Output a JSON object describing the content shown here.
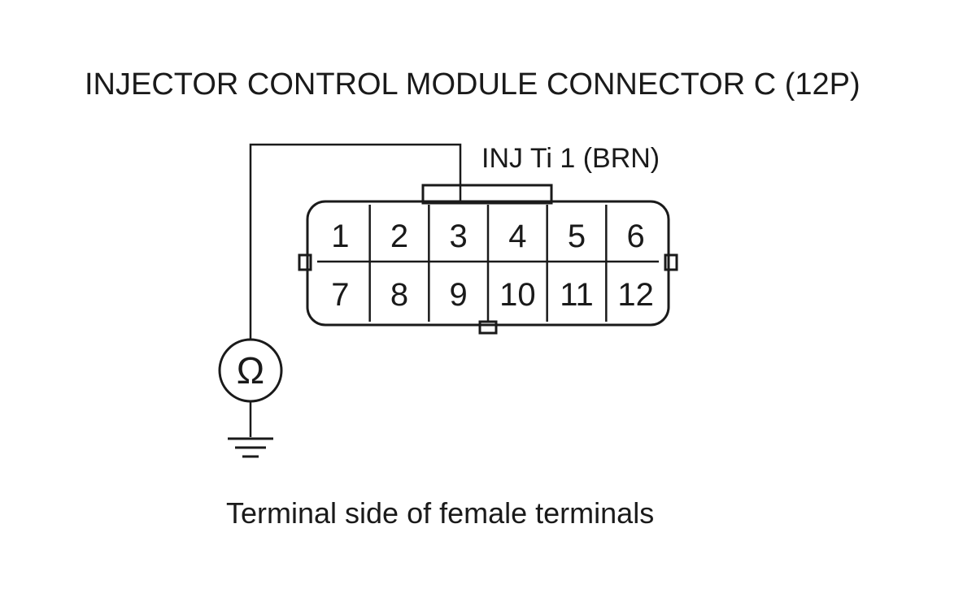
{
  "title": "INJECTOR CONTROL MODULE CONNECTOR C (12P)",
  "wire_label": "INJ Ti 1 (BRN)",
  "caption": "Terminal side of female terminals",
  "meter_symbol": "Ω",
  "meter_icon": "ohmmeter-icon",
  "ground_icon": "ground-icon",
  "connector": {
    "pin_count": 12,
    "rows": [
      [
        "1",
        "2",
        "3",
        "4",
        "5",
        "6"
      ],
      [
        "7",
        "8",
        "9",
        "10",
        "11",
        "12"
      ]
    ],
    "probed_pin": "3"
  },
  "line_color": "#1a1a1a"
}
